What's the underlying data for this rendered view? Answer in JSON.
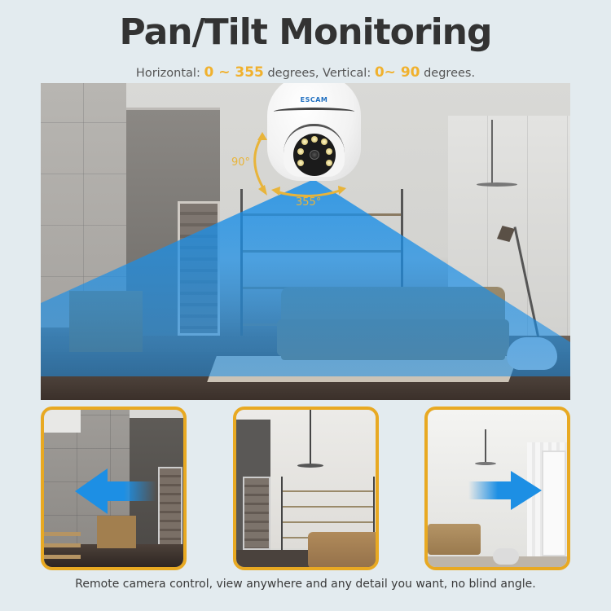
{
  "header": {
    "title": "Pan/Tilt Monitoring",
    "subtitle": {
      "prefix": "Horizontal: ",
      "h_range": "0 ~ 355",
      "mid": " degrees, Vertical: ",
      "v_range": "0~ 90",
      "suffix": " degrees."
    }
  },
  "hero": {
    "camera_brand": "ESCAM",
    "tilt_label": "90°",
    "pan_label": "355°",
    "icons": [
      "security-camera-icon",
      "tilt-arc-arrow-icon",
      "pan-arc-arrow-icon"
    ]
  },
  "cards": [
    {
      "id": "pan-left",
      "arrow": "arrow-left-icon",
      "scene": "hallway with staircase and cabinet"
    },
    {
      "id": "center",
      "arrow": null,
      "scene": "living room with shelves and sofa"
    },
    {
      "id": "pan-right",
      "arrow": "arrow-right-icon",
      "scene": "room with floor lamp and window"
    }
  ],
  "caption": "Remote camera control, view anywhere and any detail you want, no blind angle.",
  "colors": {
    "background": "#e3ebef",
    "accent": "#f0b12e",
    "card_border": "#e8a922",
    "cone_blue": "#1a8ee6",
    "title": "#333333"
  }
}
